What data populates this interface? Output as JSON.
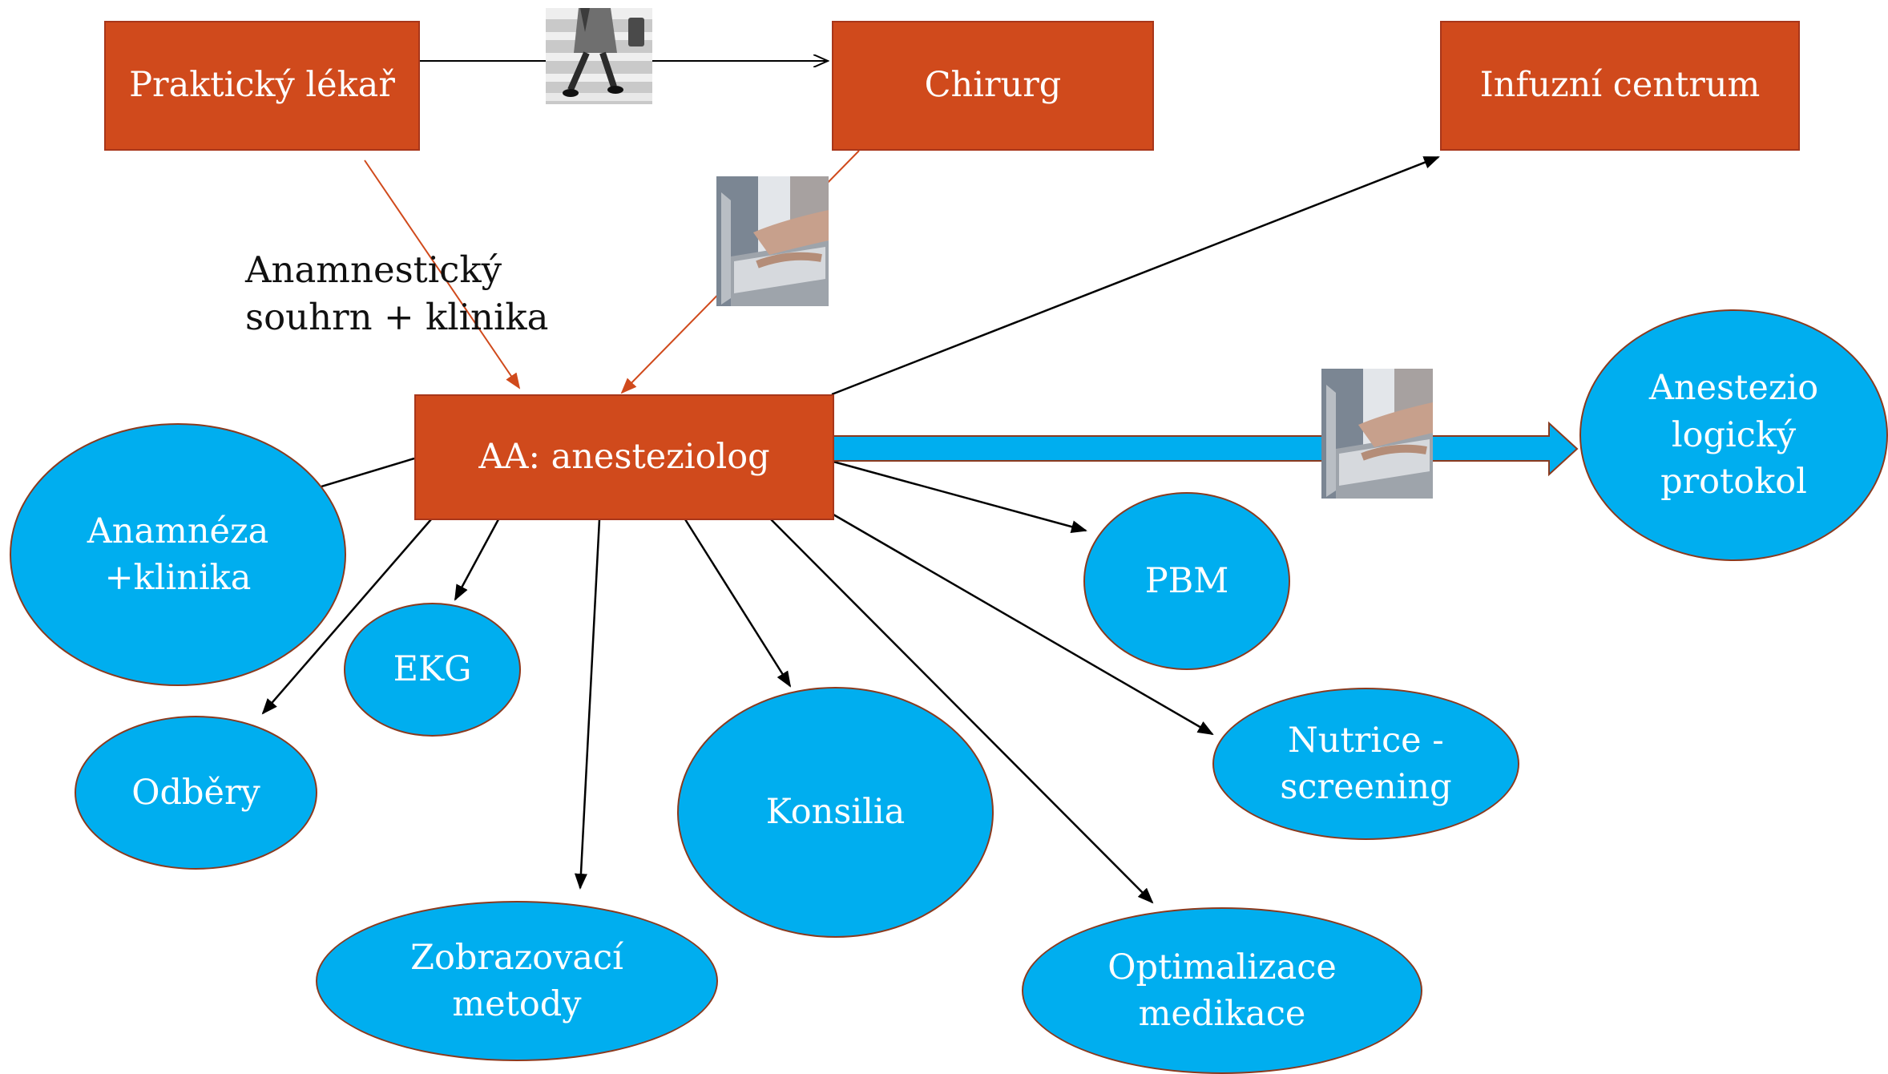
{
  "boxes": {
    "gp": "Praktický lékař",
    "surgeon": "Chirurg",
    "infusion": "Infuzní centrum",
    "anesthesiologist": "AA: anesteziolog"
  },
  "ellipses": {
    "anamnesis": "Anamnéza\n+klinika",
    "ekg": "EKG",
    "samples": "Odběry",
    "imaging": "Zobrazovací\nmetody",
    "consults": "Konsilia",
    "medication": "Optimalizace\nmedikace",
    "nutrition": "Nutrice -\nscreening",
    "pbm": "PBM",
    "protocol": "Anestezio\nlogický\nprotokol"
  },
  "annotation": "Anamnestický\nsouhrn + klinika",
  "images": {
    "walking": "walking-person-photo",
    "laptop_1": "typing-laptop-photo",
    "laptop_2": "typing-laptop-photo"
  },
  "colors": {
    "box_fill": "#D04A1C",
    "ellipse_fill": "#00AEEF",
    "orange_connector": "#D04A1C",
    "black_connector": "#000000",
    "block_arrow": "#00AEEF"
  }
}
